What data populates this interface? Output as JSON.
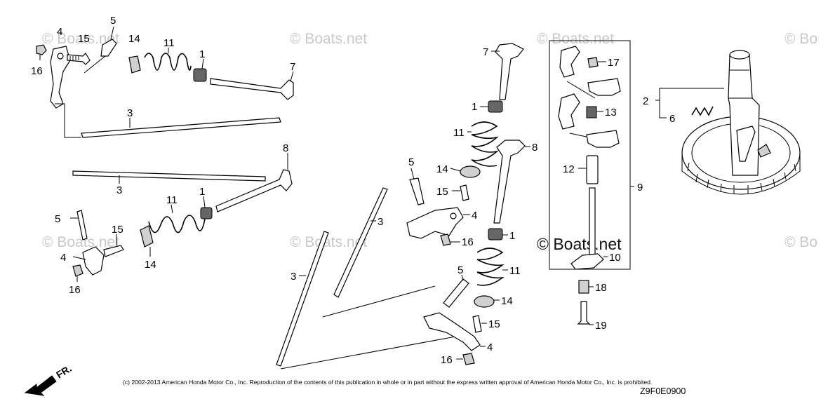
{
  "callouts": {
    "c1a": "1",
    "c1b": "1",
    "c1c": "1",
    "c1d": "1",
    "c2": "2",
    "c3a": "3",
    "c3b": "3",
    "c3c": "3",
    "c3d": "3",
    "c4a": "4",
    "c4b": "4",
    "c4c": "4",
    "c4d": "4",
    "c5a": "5",
    "c5b": "5",
    "c5c": "5",
    "c5d": "5",
    "c6": "6",
    "c7a": "7",
    "c7b": "7",
    "c8a": "8",
    "c8b": "8",
    "c9": "9",
    "c10": "10",
    "c11a": "11",
    "c11b": "11",
    "c11c": "11",
    "c11d": "11",
    "c12": "12",
    "c13": "13",
    "c14a": "14",
    "c14b": "14",
    "c14c": "14",
    "c14d": "14",
    "c15a": "15",
    "c15b": "15",
    "c15c": "15",
    "c15d": "15",
    "c16a": "16",
    "c16b": "16",
    "c16c": "16",
    "c16d": "16",
    "c17": "17",
    "c18": "18",
    "c19": "19"
  },
  "watermark": {
    "text": "© Boats.net",
    "partial": "© Bo",
    "center_text": "© Boats.net"
  },
  "copyright": "(c) 2002-2013 American Honda Motor Co., Inc. Reproduction of the contents of this publication in whole or in part without the express written approval of American Honda Motor Co., Inc. is prohibited.",
  "diagram_code": "Z9F0E0900",
  "direction_label": "FR."
}
